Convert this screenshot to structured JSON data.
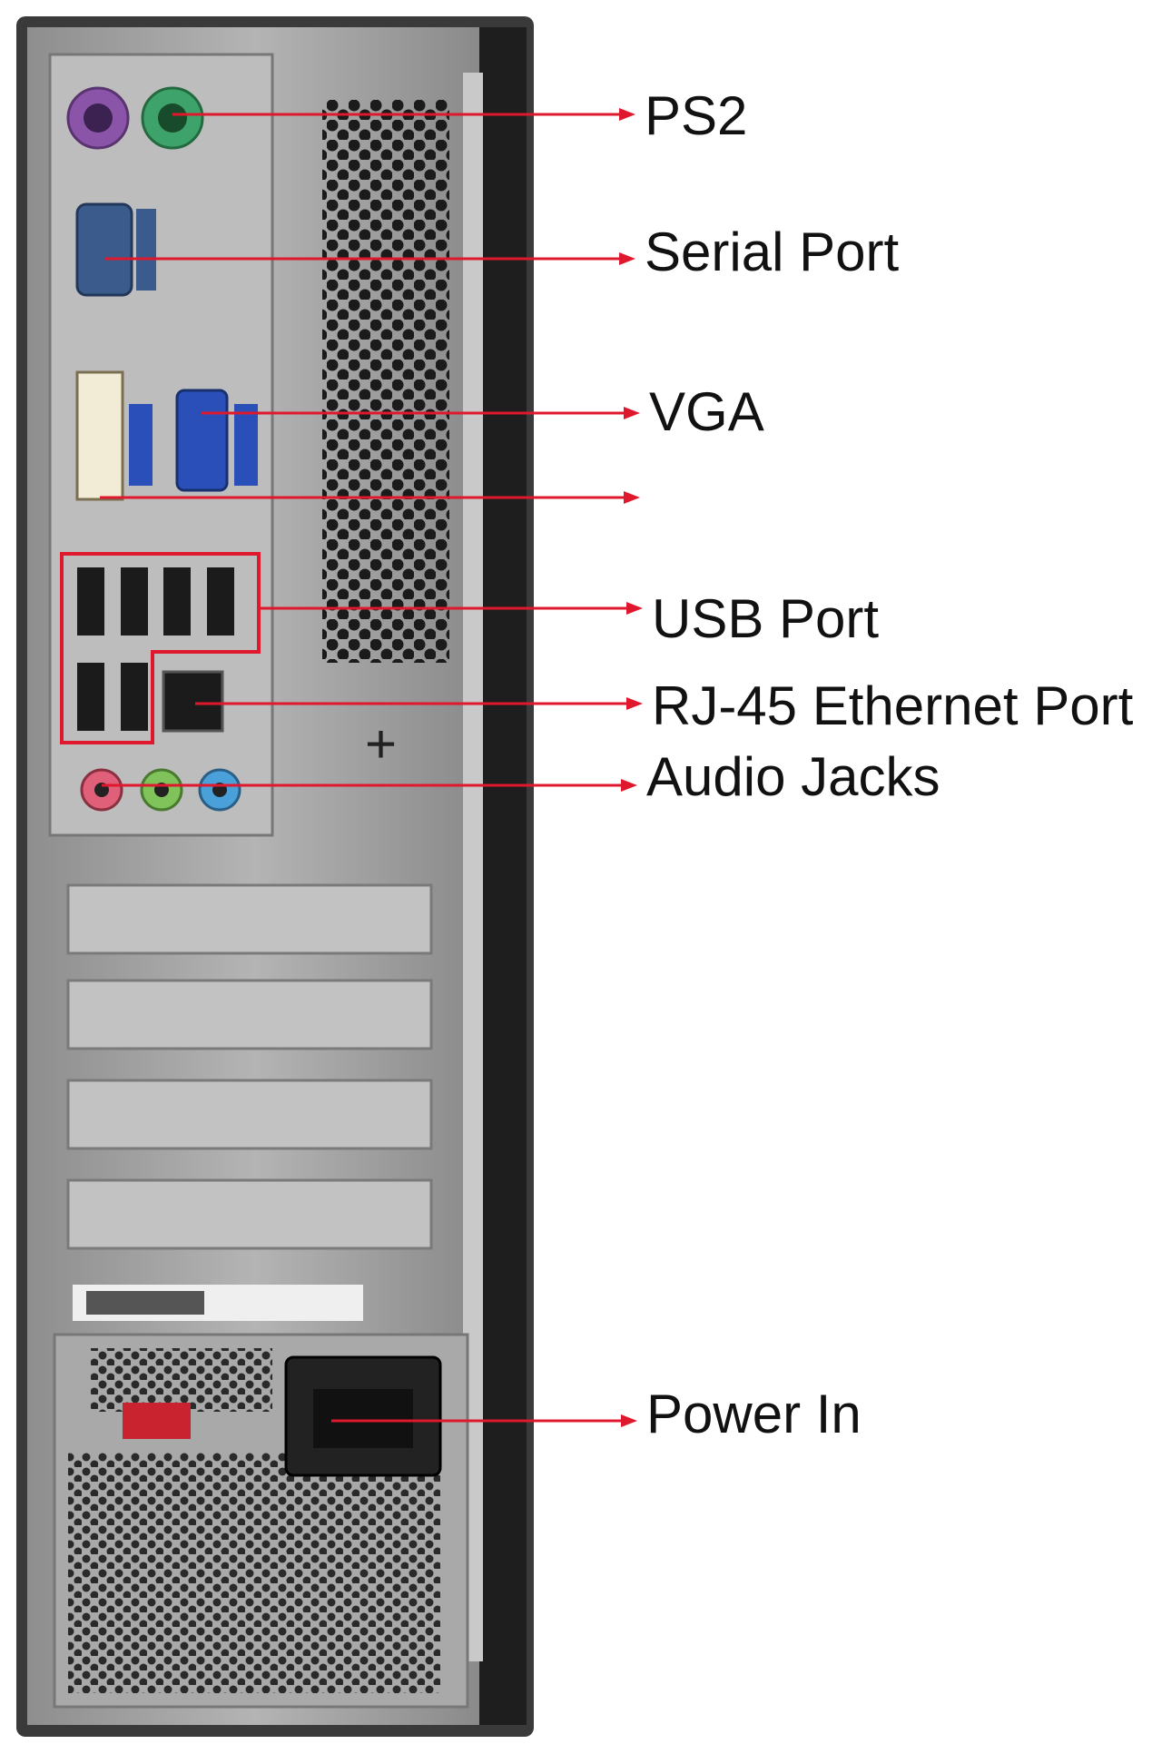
{
  "colors": {
    "accent": "#e0182e",
    "chassis": "#9a9a9a",
    "frame": "#2a2a2a",
    "ps2_keyboard": "#8a55a8",
    "ps2_mouse": "#3ea36a",
    "serial": "#3b5b8c",
    "vga": "#2a4fb8",
    "audio_pink": "#e0607a",
    "audio_green": "#7fc35a",
    "audio_blue": "#4aa0d8"
  },
  "callouts": [
    {
      "id": "ps2",
      "label": "PS2"
    },
    {
      "id": "serial",
      "label": "Serial Port"
    },
    {
      "id": "vga",
      "label": "VGA"
    },
    {
      "id": "dvi",
      "label": ""
    },
    {
      "id": "usb",
      "label": "USB Port"
    },
    {
      "id": "rj45",
      "label": "RJ-45 Ethernet Port"
    },
    {
      "id": "audio",
      "label": "Audio Jacks"
    },
    {
      "id": "power",
      "label": "Power In"
    }
  ]
}
